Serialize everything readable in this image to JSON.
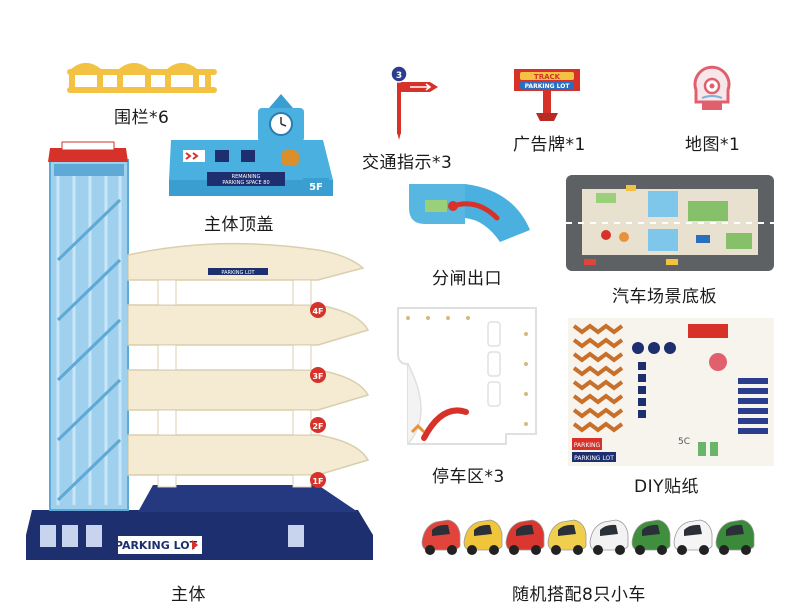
{
  "labels": {
    "fence": "围栏*6",
    "top_cover": "主体顶盖",
    "traffic_sign": "交通指示*3",
    "billboard": "广告牌*1",
    "map": "地图*1",
    "gate_exit": "分闸出口",
    "scene_base": "汽车场景底板",
    "parking_area": "停车区*3",
    "diy_sticker": "DIY贴纸",
    "main_body": "主体",
    "cars": "随机搭配8只小车"
  },
  "product_text": {
    "parking_lot_sign": "PARKING LOT",
    "remaining_parking": "REMAINING",
    "parking_space": "PARKING SPACE 80",
    "parking_lot_strip": "PARKING LOT",
    "top_floor": "5F",
    "floors": [
      "4F",
      "3F",
      "2F",
      "1F"
    ],
    "sign_number": "3",
    "billboard_top": "TRACK",
    "billboard_bottom": "PARKING LOT",
    "sticker_parking": "PARKING",
    "sticker_lot": "PARKING LOT",
    "sticker_code": "5C"
  },
  "colors": {
    "tower_blue": "#8ec8ea",
    "cover_blue": "#4ab0df",
    "base_navy": "#1d2f6e",
    "ramp_cream": "#f4ebd2",
    "accent_red": "#d6322a",
    "fence_yellow": "#f3c243"
  },
  "cars": [
    {
      "name": "red-car-1",
      "color": "#e0443a"
    },
    {
      "name": "yellow-car-1",
      "color": "#f1c53a"
    },
    {
      "name": "red-car-2",
      "color": "#d9372f"
    },
    {
      "name": "yellow-car-2",
      "color": "#f0cf4e"
    },
    {
      "name": "white-car-1",
      "color": "#f2f2f2"
    },
    {
      "name": "green-car-1",
      "color": "#3f8f3f"
    },
    {
      "name": "white-car-2",
      "color": "#f5f5f5"
    },
    {
      "name": "green-car-2",
      "color": "#3b8a3c"
    }
  ]
}
